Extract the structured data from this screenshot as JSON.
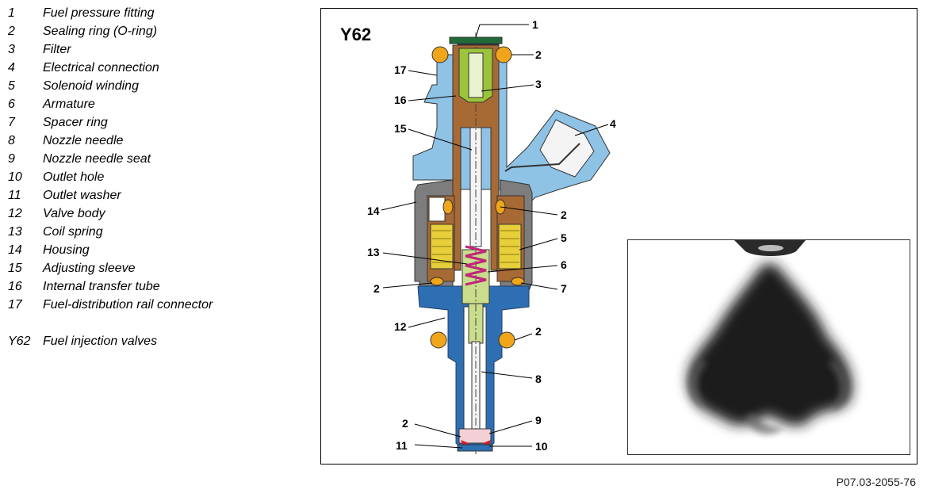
{
  "legend": [
    {
      "num": "1",
      "text": "Fuel pressure fitting"
    },
    {
      "num": "2",
      "text": "Sealing ring (O-ring)"
    },
    {
      "num": "3",
      "text": "Filter"
    },
    {
      "num": "4",
      "text": "Electrical connection"
    },
    {
      "num": "5",
      "text": "Solenoid winding"
    },
    {
      "num": "6",
      "text": "Armature"
    },
    {
      "num": "7",
      "text": "Spacer ring"
    },
    {
      "num": "8",
      "text": "Nozzle needle"
    },
    {
      "num": "9",
      "text": "Nozzle needle seat"
    },
    {
      "num": "10",
      "text": "Outlet hole"
    },
    {
      "num": "11",
      "text": "Outlet washer"
    },
    {
      "num": "12",
      "text": "Valve body"
    },
    {
      "num": "13",
      "text": "Coil spring"
    },
    {
      "num": "14",
      "text": "Housing"
    },
    {
      "num": "15",
      "text": "Adjusting sleeve"
    },
    {
      "num": "16",
      "text": "Internal transfer tube"
    },
    {
      "num": "17",
      "text": "Fuel-distribution rail connector"
    }
  ],
  "component": {
    "num": "Y62",
    "text": "Fuel injection valves"
  },
  "figure": {
    "title": "Y62",
    "callouts": {
      "c1": "1",
      "c2a": "2",
      "c3": "3",
      "c4": "4",
      "c17": "17",
      "c16": "16",
      "c15": "15",
      "c14": "14",
      "c2b": "2",
      "c5": "5",
      "c13": "13",
      "c6": "6",
      "c2c": "2",
      "c7": "7",
      "c12": "12",
      "c2d": "2",
      "c8": "8",
      "c2e": "2",
      "c9": "9",
      "c11": "11",
      "c10": "10"
    }
  },
  "footer": {
    "code": "P07.03-2055-76"
  },
  "colors": {
    "connector": "#8fc3e6",
    "housing": "#7d7d7d",
    "valve_body": "#2e6fb3",
    "brass": "#a86a34",
    "coil": "#e6cf3a",
    "oring": "#f0a51a",
    "filter": "#9cc43a",
    "spring": "#c0267a"
  }
}
